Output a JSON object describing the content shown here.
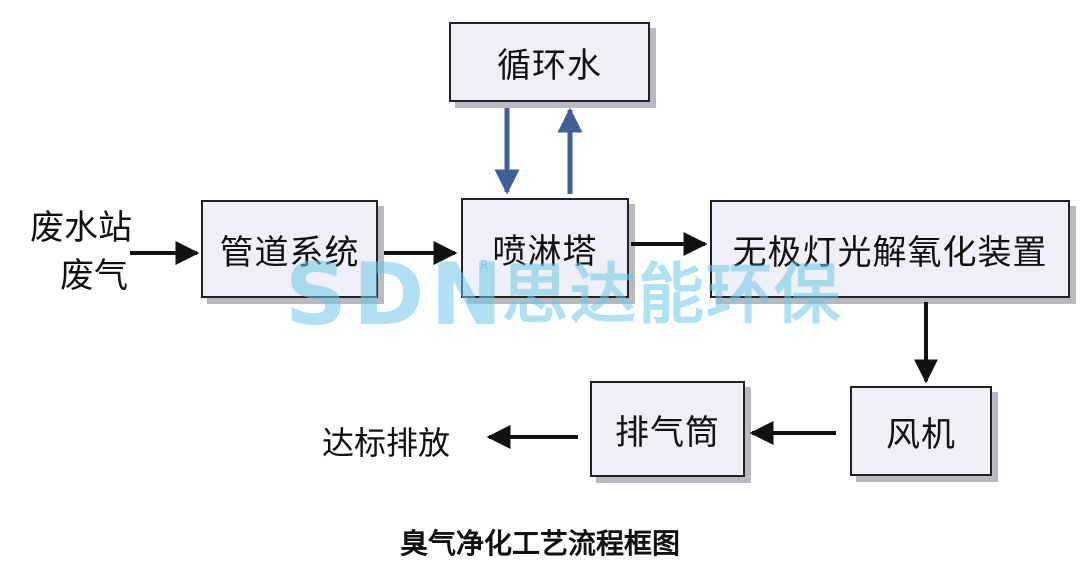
{
  "diagram": {
    "source_label": [
      "废水站",
      "废气"
    ],
    "nodes": {
      "circulating_water": "循环水",
      "pipeline_system": "管道系统",
      "spray_tower": "喷淋塔",
      "uv_photolysis": "无极灯光解氧化装置",
      "fan": "风机",
      "exhaust_stack": "排气筒"
    },
    "output_label": "达标排放",
    "caption": "臭气净化工艺流程框图",
    "colors": {
      "arrow_black": "#111111",
      "arrow_blue": "#3f5f95",
      "box_fill": "#efeff7",
      "box_border": "#222222"
    }
  },
  "watermark": {
    "latin": "SDN",
    "registered_mark": "R",
    "chinese": "思达能环保"
  }
}
